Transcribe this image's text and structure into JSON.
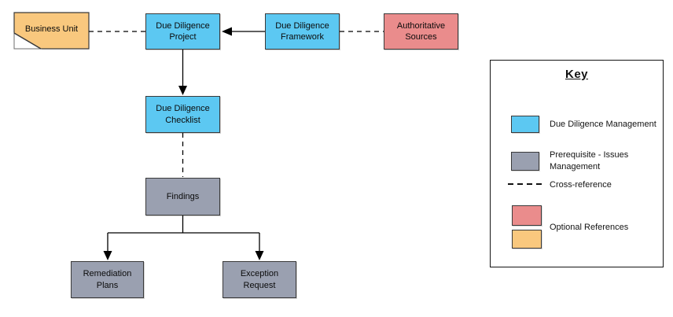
{
  "diagram": {
    "nodes": [
      {
        "id": "business-unit",
        "label": "Business Unit",
        "category": "optional-reference"
      },
      {
        "id": "due-diligence-project",
        "label": "Due Diligence Project",
        "category": "due-diligence-management"
      },
      {
        "id": "due-diligence-framework",
        "label": "Due Diligence Framework",
        "category": "due-diligence-management"
      },
      {
        "id": "authoritative-sources",
        "label": "Authoritative Sources",
        "category": "optional-reference"
      },
      {
        "id": "due-diligence-checklist",
        "label": "Due Diligence Checklist",
        "category": "due-diligence-management"
      },
      {
        "id": "findings",
        "label": "Findings",
        "category": "prerequisite-issues-management"
      },
      {
        "id": "remediation-plans",
        "label": "Remediation Plans",
        "category": "prerequisite-issues-management"
      },
      {
        "id": "exception-request",
        "label": "Exception Request",
        "category": "prerequisite-issues-management"
      }
    ],
    "connections": [
      {
        "from": "business-unit",
        "to": "due-diligence-project",
        "style": "dashed",
        "type": "cross-reference"
      },
      {
        "from": "due-diligence-framework",
        "to": "due-diligence-project",
        "style": "solid-arrow",
        "type": "flow"
      },
      {
        "from": "authoritative-sources",
        "to": "due-diligence-framework",
        "style": "dashed",
        "type": "cross-reference"
      },
      {
        "from": "due-diligence-project",
        "to": "due-diligence-checklist",
        "style": "solid-arrow",
        "type": "flow"
      },
      {
        "from": "due-diligence-checklist",
        "to": "findings",
        "style": "dashed",
        "type": "cross-reference"
      },
      {
        "from": "findings",
        "to": "remediation-plans",
        "style": "solid-arrow",
        "type": "flow"
      },
      {
        "from": "findings",
        "to": "exception-request",
        "style": "solid-arrow",
        "type": "flow"
      }
    ]
  },
  "key": {
    "title": "Key",
    "items": [
      {
        "swatch": "due-diligence-management",
        "label": "Due Diligence Management"
      },
      {
        "swatch": "prerequisite-issues-management",
        "label": "Prerequisite - Issues Management"
      },
      {
        "swatch": "dashed-line",
        "label": "Cross-reference"
      },
      {
        "swatch": "red-and-orange",
        "label": "Optional References"
      }
    ]
  },
  "colors": {
    "due_diligence_management": "#5CC8F2",
    "issues_management": "#9AA0B0",
    "authoritative_sources": "#EA8C8C",
    "business_unit": "#F9C87E",
    "line": "#000000",
    "border": "#3A3A3A"
  }
}
